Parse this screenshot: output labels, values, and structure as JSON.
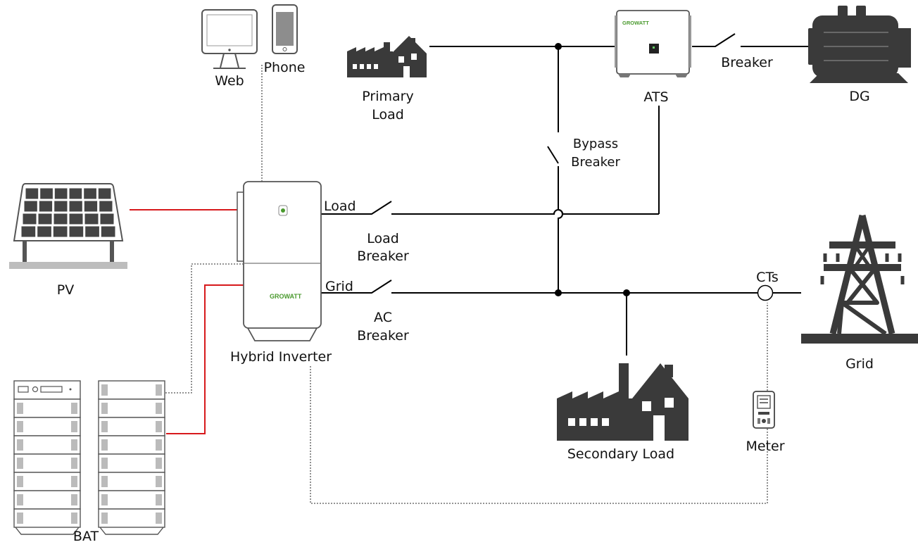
{
  "labels": {
    "web": "Web",
    "phone": "Phone",
    "primary_load": [
      "Primary",
      "Load"
    ],
    "ats": "ATS",
    "breaker": "Breaker",
    "dg": "DG",
    "bypass_breaker": [
      "Bypass",
      "Breaker"
    ],
    "load": "Load",
    "load_breaker": [
      "Load",
      "Breaker"
    ],
    "grid_port": "Grid",
    "ac_breaker": [
      "AC",
      "Breaker"
    ],
    "cts": "CTs",
    "pv": "PV",
    "grid": "Grid",
    "hybrid_inverter": "Hybrid Inverter",
    "secondary_load": "Secondary Load",
    "meter": "Meter",
    "bat": "BAT"
  },
  "brand": {
    "ats_logo": "GROWATT",
    "inverter_logo": "GROWATT"
  },
  "colors": {
    "dc_line": "#d7191c",
    "ac_line": "#000000",
    "comm_line": "#555555",
    "icon_fill": "#3a3a3a",
    "brand_green": "#4a9a2e"
  }
}
